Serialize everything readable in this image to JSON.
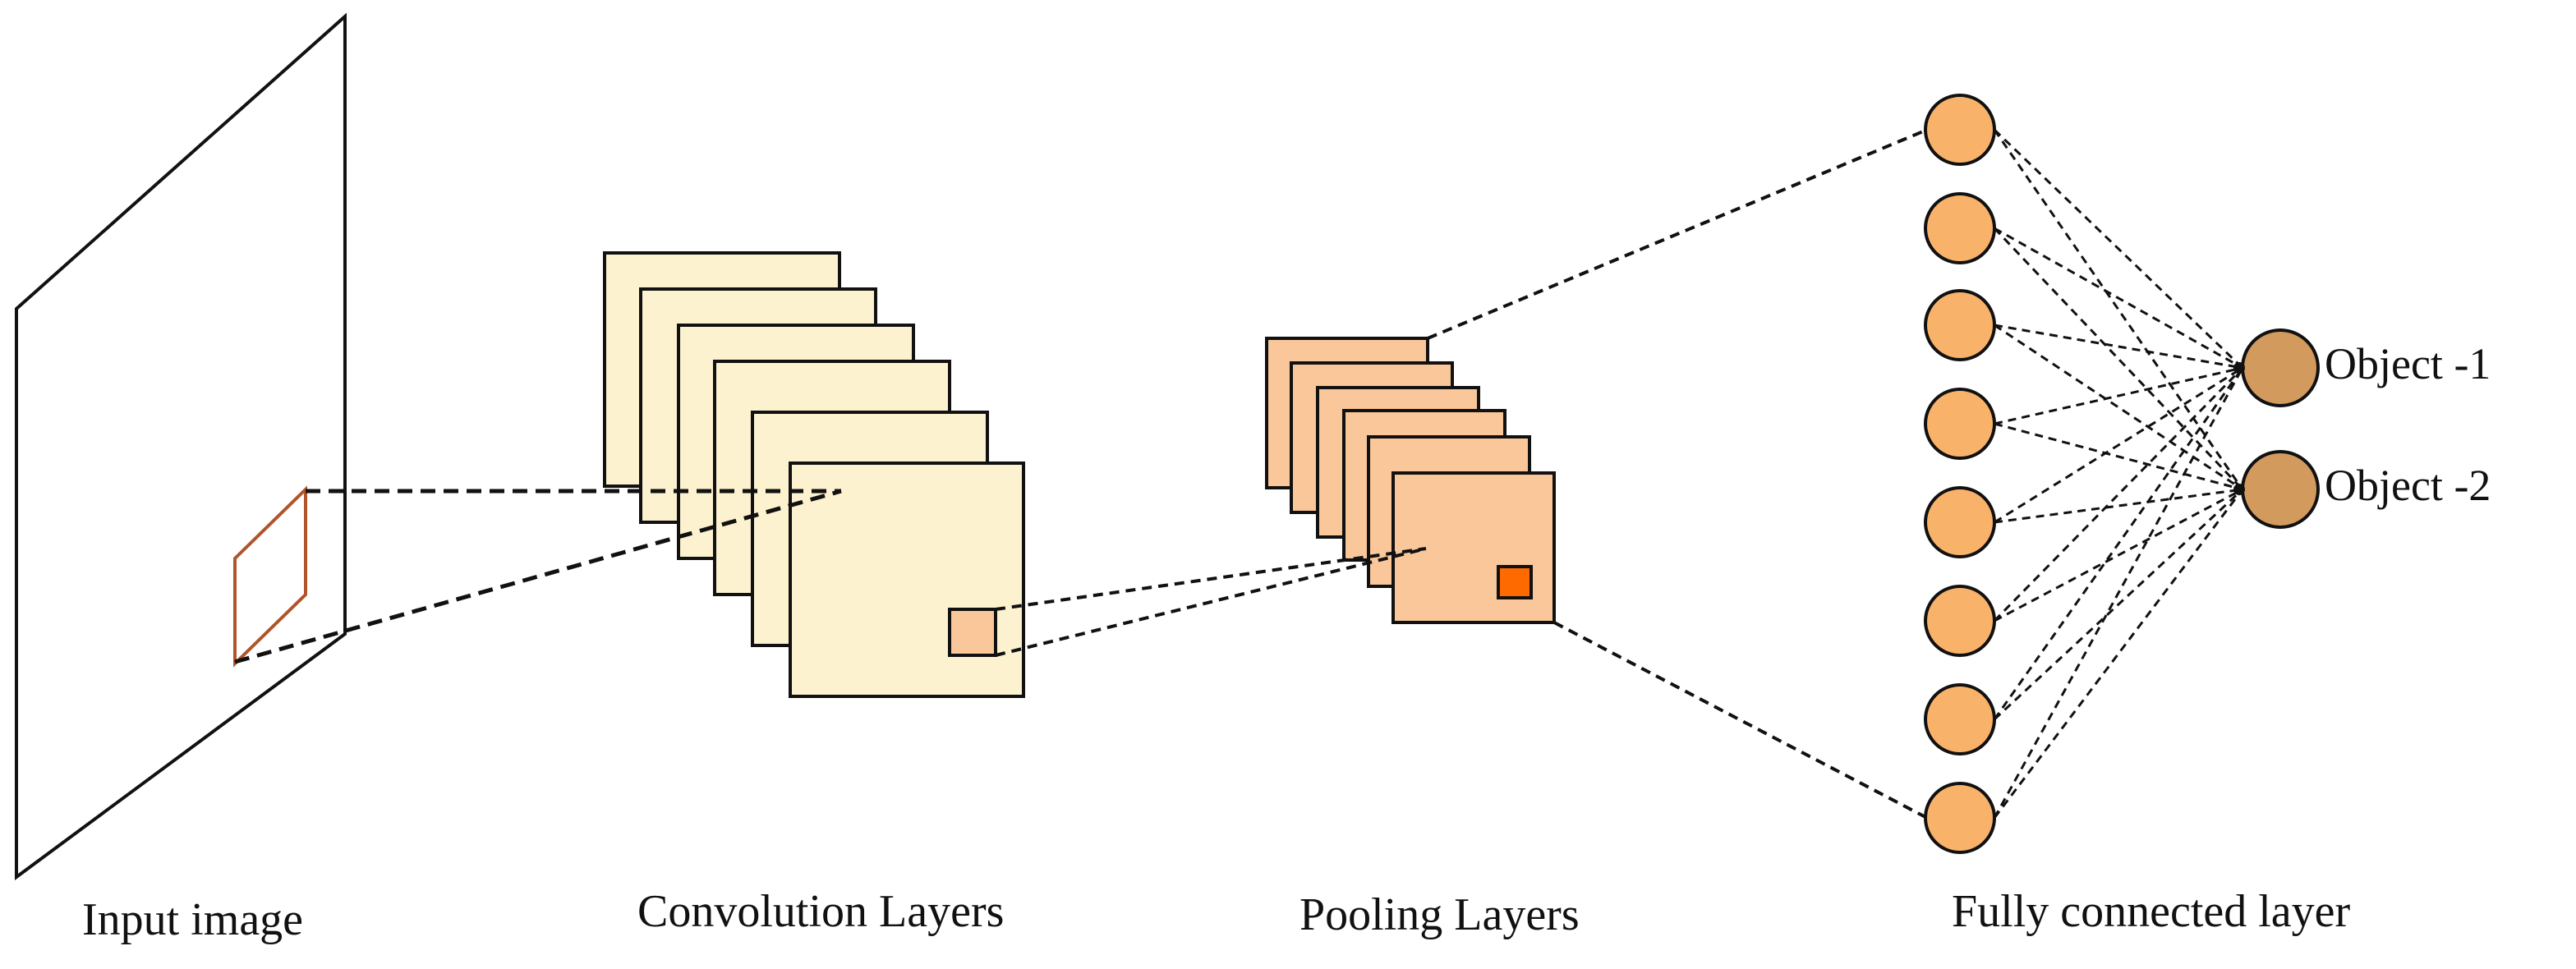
{
  "captions": {
    "input": "Input image",
    "conv": "Convolution Layers",
    "pool": "Pooling Layers",
    "fc": "Fully connected layer"
  },
  "outputs": [
    "Object -1",
    "Object -2"
  ],
  "colors": {
    "line": "#111111",
    "input_window": "#b0542a",
    "conv_fill": "#fdf2d0",
    "conv_patch": "#f9c79a",
    "pool_fill": "#f9c79a",
    "pool_patch": "#ff6a00",
    "neuron_fill": "#f9b26a",
    "output_fill": "#d39a5e"
  }
}
